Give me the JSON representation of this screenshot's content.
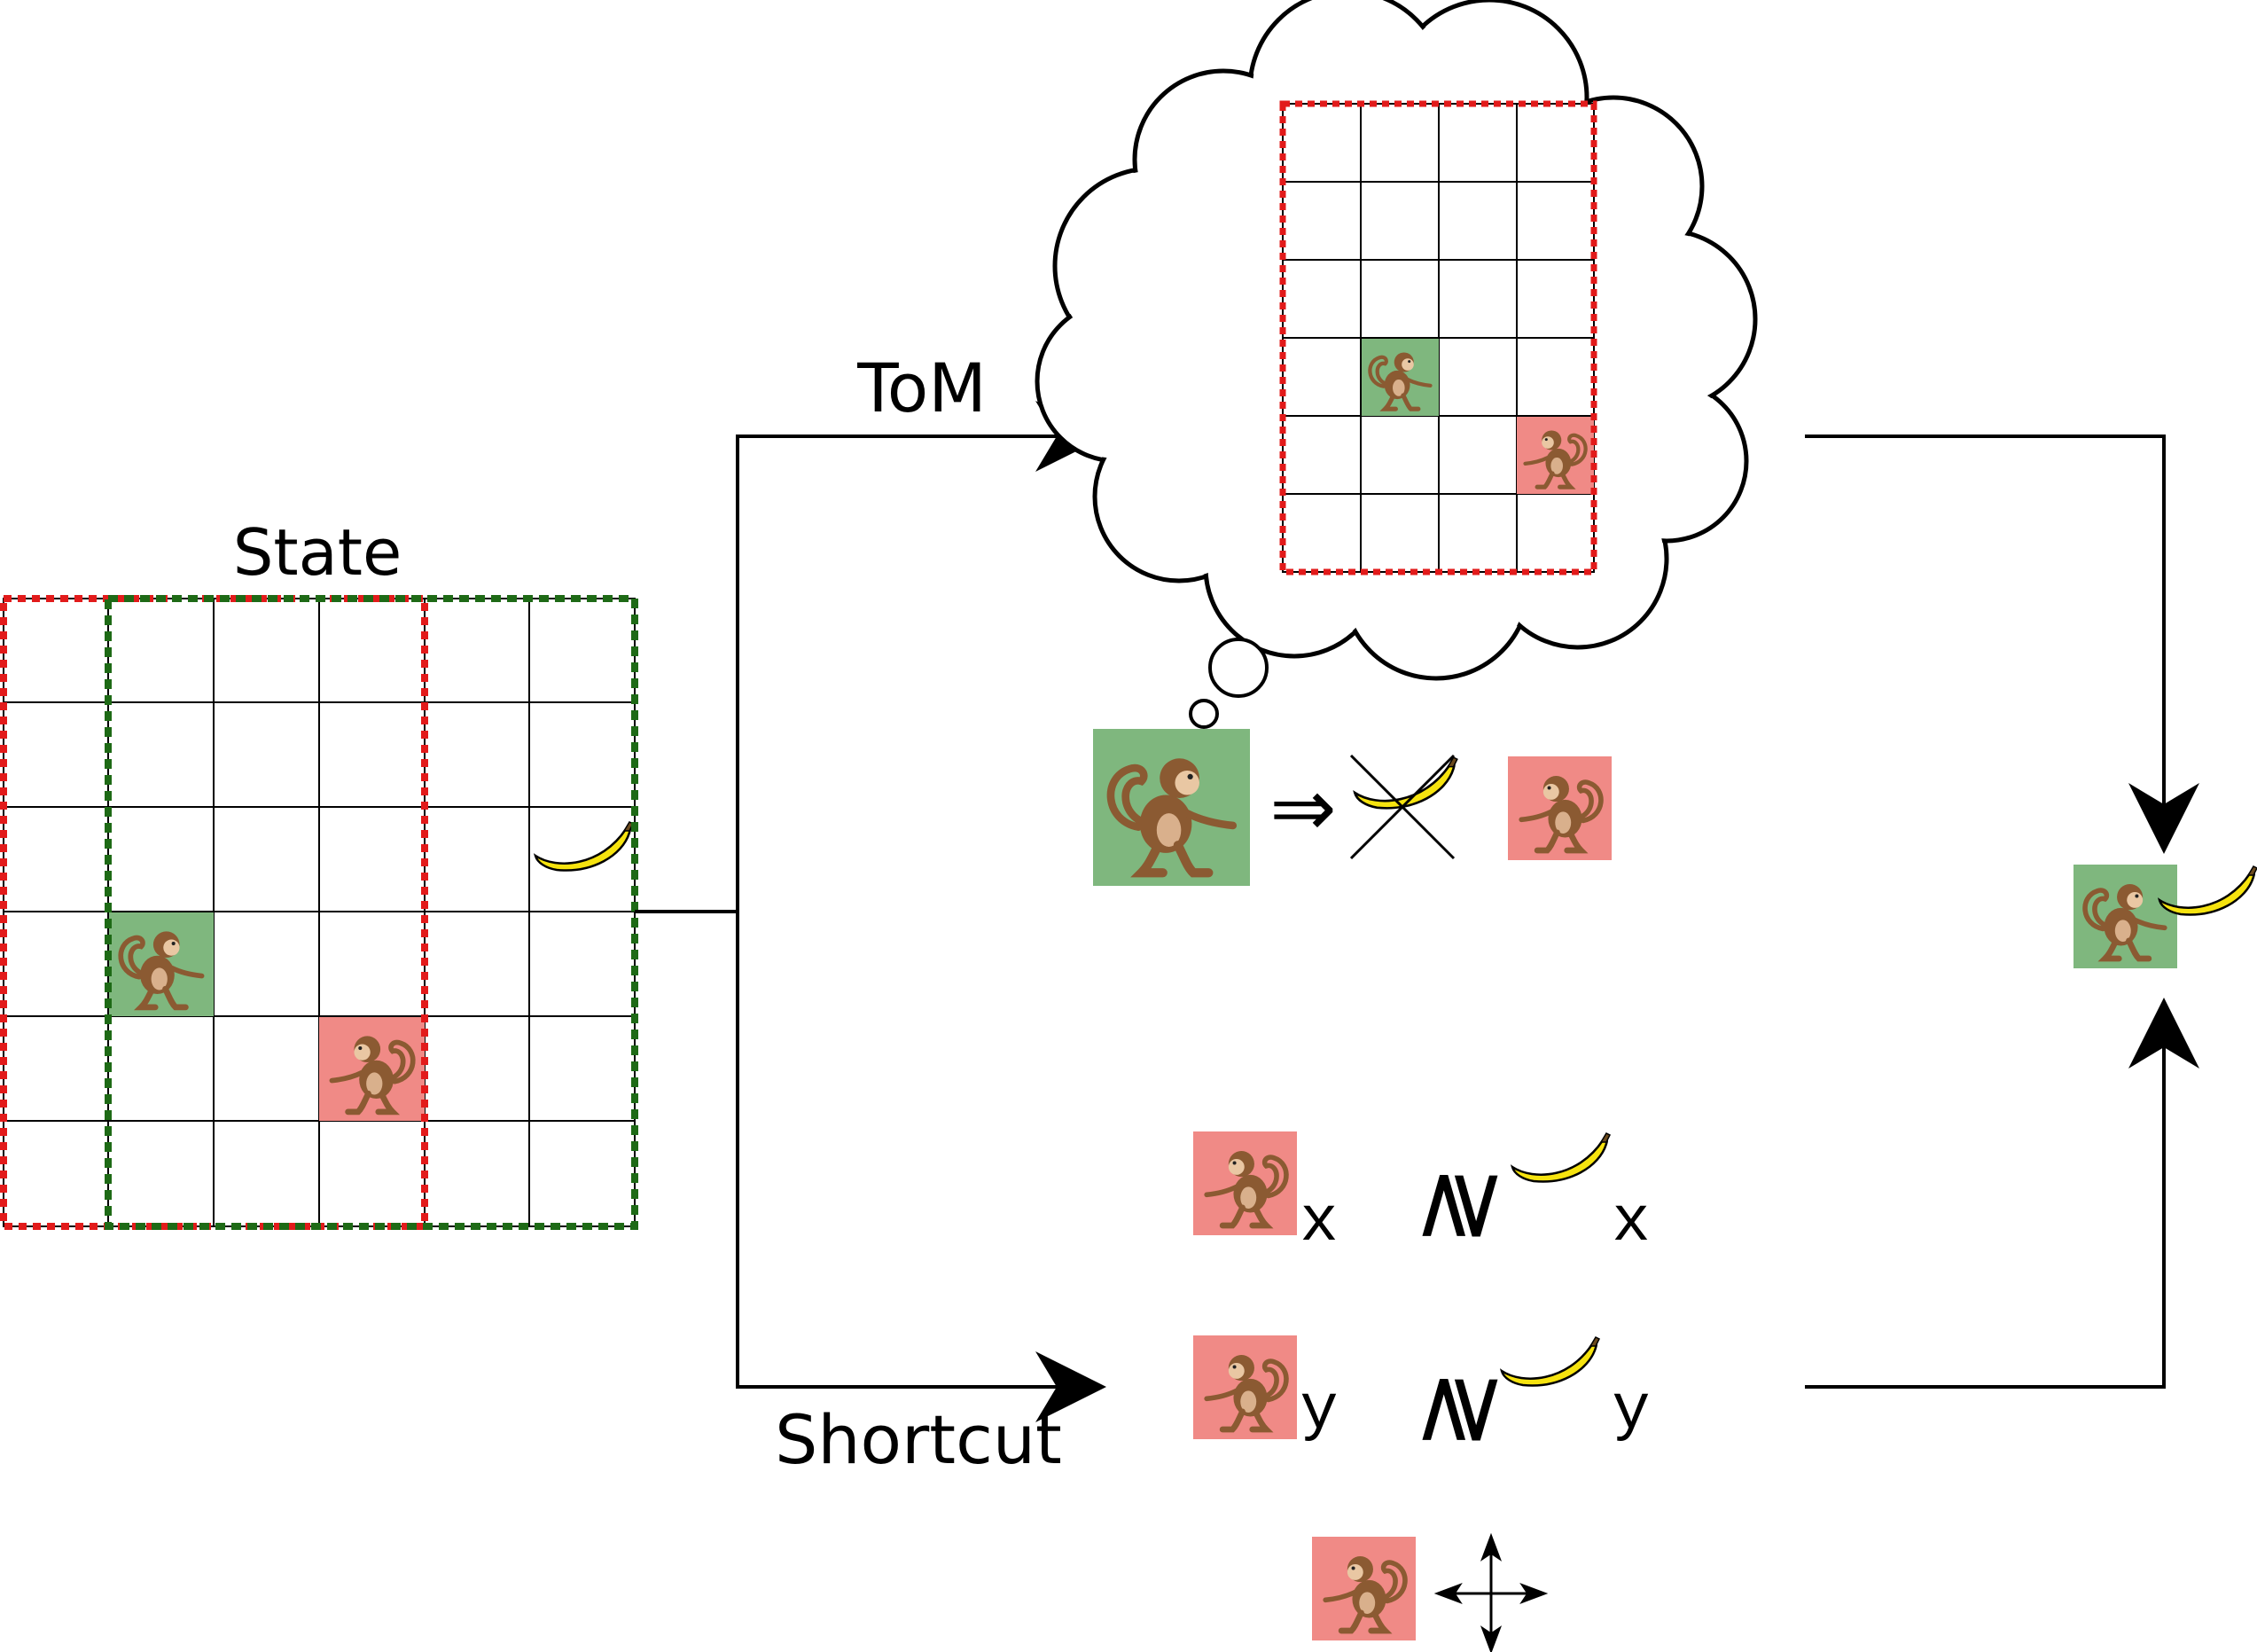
{
  "labels": {
    "state": "State",
    "tom": "ToM",
    "shortcut": "Shortcut",
    "implies": "⇒",
    "geq": "≷",
    "x": "x",
    "y": "y"
  },
  "colors": {
    "green_agent": "#7fb77e",
    "red_agent": "#f08a86",
    "red_dash": "#e21b1b",
    "green_dash": "#1e6a16",
    "banana": "#f6e30f",
    "monkey": "#8b5a32",
    "monkey_face": "#e9c7a3"
  },
  "icons": {
    "agent": "monkey-icon",
    "goal": "banana-icon",
    "movement": "four-way-arrow-icon"
  }
}
